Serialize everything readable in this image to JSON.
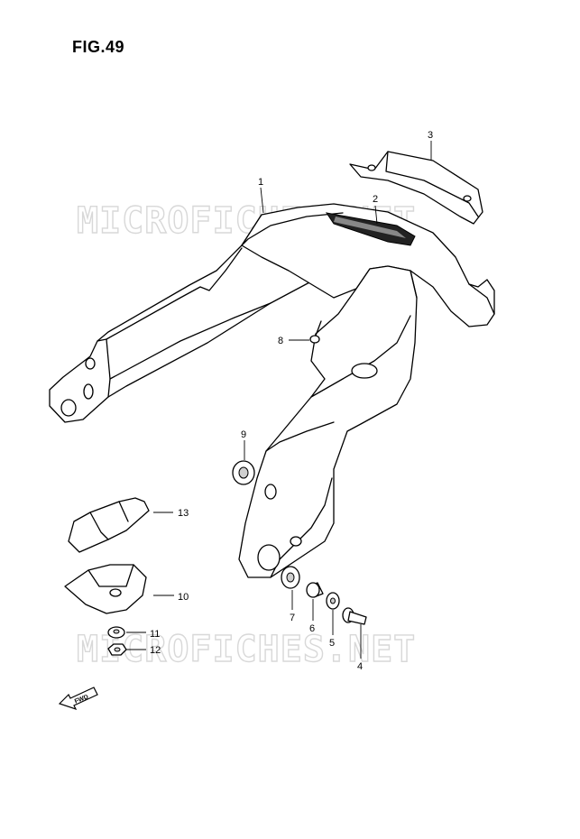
{
  "figure": {
    "title": "FIG.49"
  },
  "watermark": {
    "text": "MICROFICHES.NET"
  },
  "direction_marker": {
    "text": "FWD"
  },
  "callouts": [
    {
      "id": "1",
      "label": "1"
    },
    {
      "id": "2",
      "label": "2"
    },
    {
      "id": "3",
      "label": "3"
    },
    {
      "id": "4",
      "label": "4"
    },
    {
      "id": "5",
      "label": "5"
    },
    {
      "id": "6",
      "label": "6"
    },
    {
      "id": "7",
      "label": "7"
    },
    {
      "id": "8",
      "label": "8"
    },
    {
      "id": "9",
      "label": "9"
    },
    {
      "id": "10",
      "label": "10"
    },
    {
      "id": "11",
      "label": "11"
    },
    {
      "id": "12",
      "label": "12"
    },
    {
      "id": "13",
      "label": "13"
    }
  ]
}
